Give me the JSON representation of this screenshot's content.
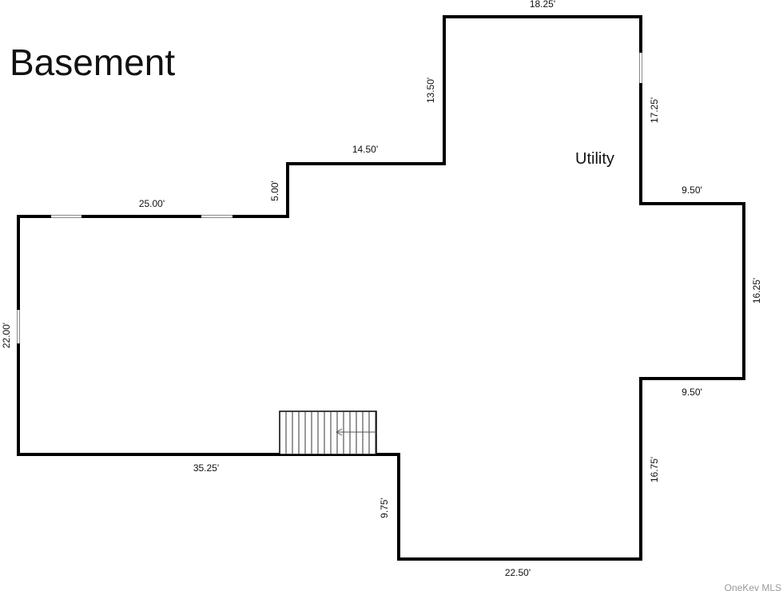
{
  "plan": {
    "title": "Basement",
    "room_label": "Utility",
    "watermark": "OneKey MLS",
    "dimensions": {
      "top": "18.25'",
      "upper_left_vertical": "13.50'",
      "right_upper_vertical": "17.25'",
      "step_horizontal": "14.50'",
      "step_vertical": "5.00'",
      "left_top": "25.00'",
      "left_side": "22.00'",
      "right_upper_bump": "9.50'",
      "right_side": "16.25'",
      "right_lower_bump": "9.50'",
      "lower_right_vertical": "16.75'",
      "bottom_left": "35.25'",
      "bottom_notch": "9.75'",
      "bottom": "22.50'"
    },
    "icons": {
      "stairs": "stairs-icon",
      "stair_direction": "arrow-left-icon"
    }
  }
}
